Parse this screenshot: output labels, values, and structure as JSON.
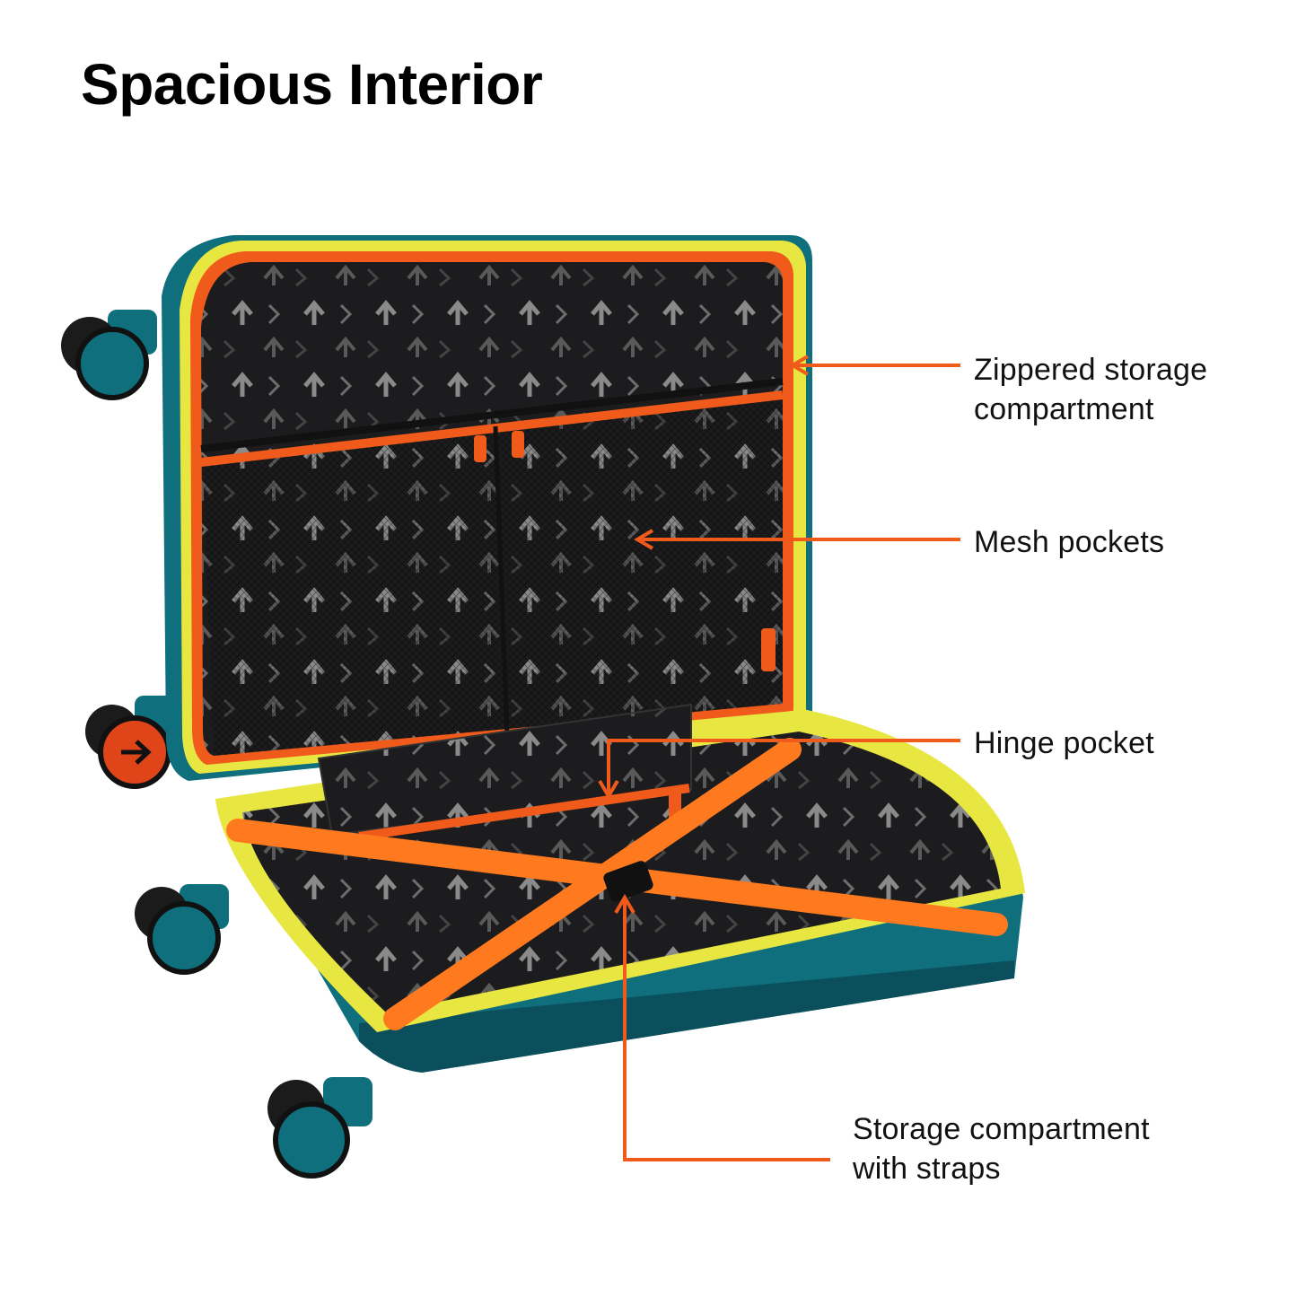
{
  "title": "Spacious Interior",
  "callouts": [
    {
      "id": "zippered",
      "lines": [
        "Zippered storage",
        "compartment"
      ]
    },
    {
      "id": "mesh",
      "lines": [
        "Mesh pockets"
      ]
    },
    {
      "id": "hinge",
      "lines": [
        "Hinge pocket"
      ]
    },
    {
      "id": "straps",
      "lines": [
        "Storage compartment",
        "with straps"
      ]
    }
  ],
  "colors": {
    "shell": "#0f6f7d",
    "shell_dark": "#0a4f5b",
    "trim": "#e8e641",
    "zipper": "#f05a1a",
    "strap": "#ff7a1f",
    "lining": "#1c1c1e",
    "callout_line": "#f05a1a"
  }
}
